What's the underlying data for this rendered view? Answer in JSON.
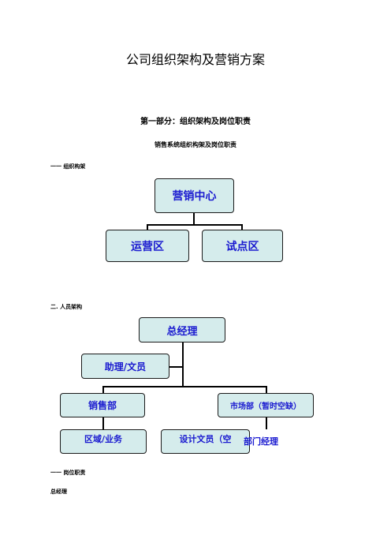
{
  "document": {
    "title": "公司组织架构及营销方案",
    "part_heading": "第一部分：组织架构及岗位职责",
    "subtitle": "销售系统组织构架及岗位职责",
    "section1_label": "一一 组织构架",
    "section2_label": "二. 人员架构",
    "section3_label": "一一 岗位职责",
    "section3_sub": "总经理"
  },
  "chart1": {
    "top": "营销中心",
    "left": "运营区",
    "right": "试点区"
  },
  "chart2": {
    "top": "总经理",
    "assistant": "助理/文员",
    "sales": "销售部",
    "market": "市场部（暂时空缺）",
    "region": "区域/业务",
    "design": "设计文员（空",
    "overlay": "部门经理"
  }
}
